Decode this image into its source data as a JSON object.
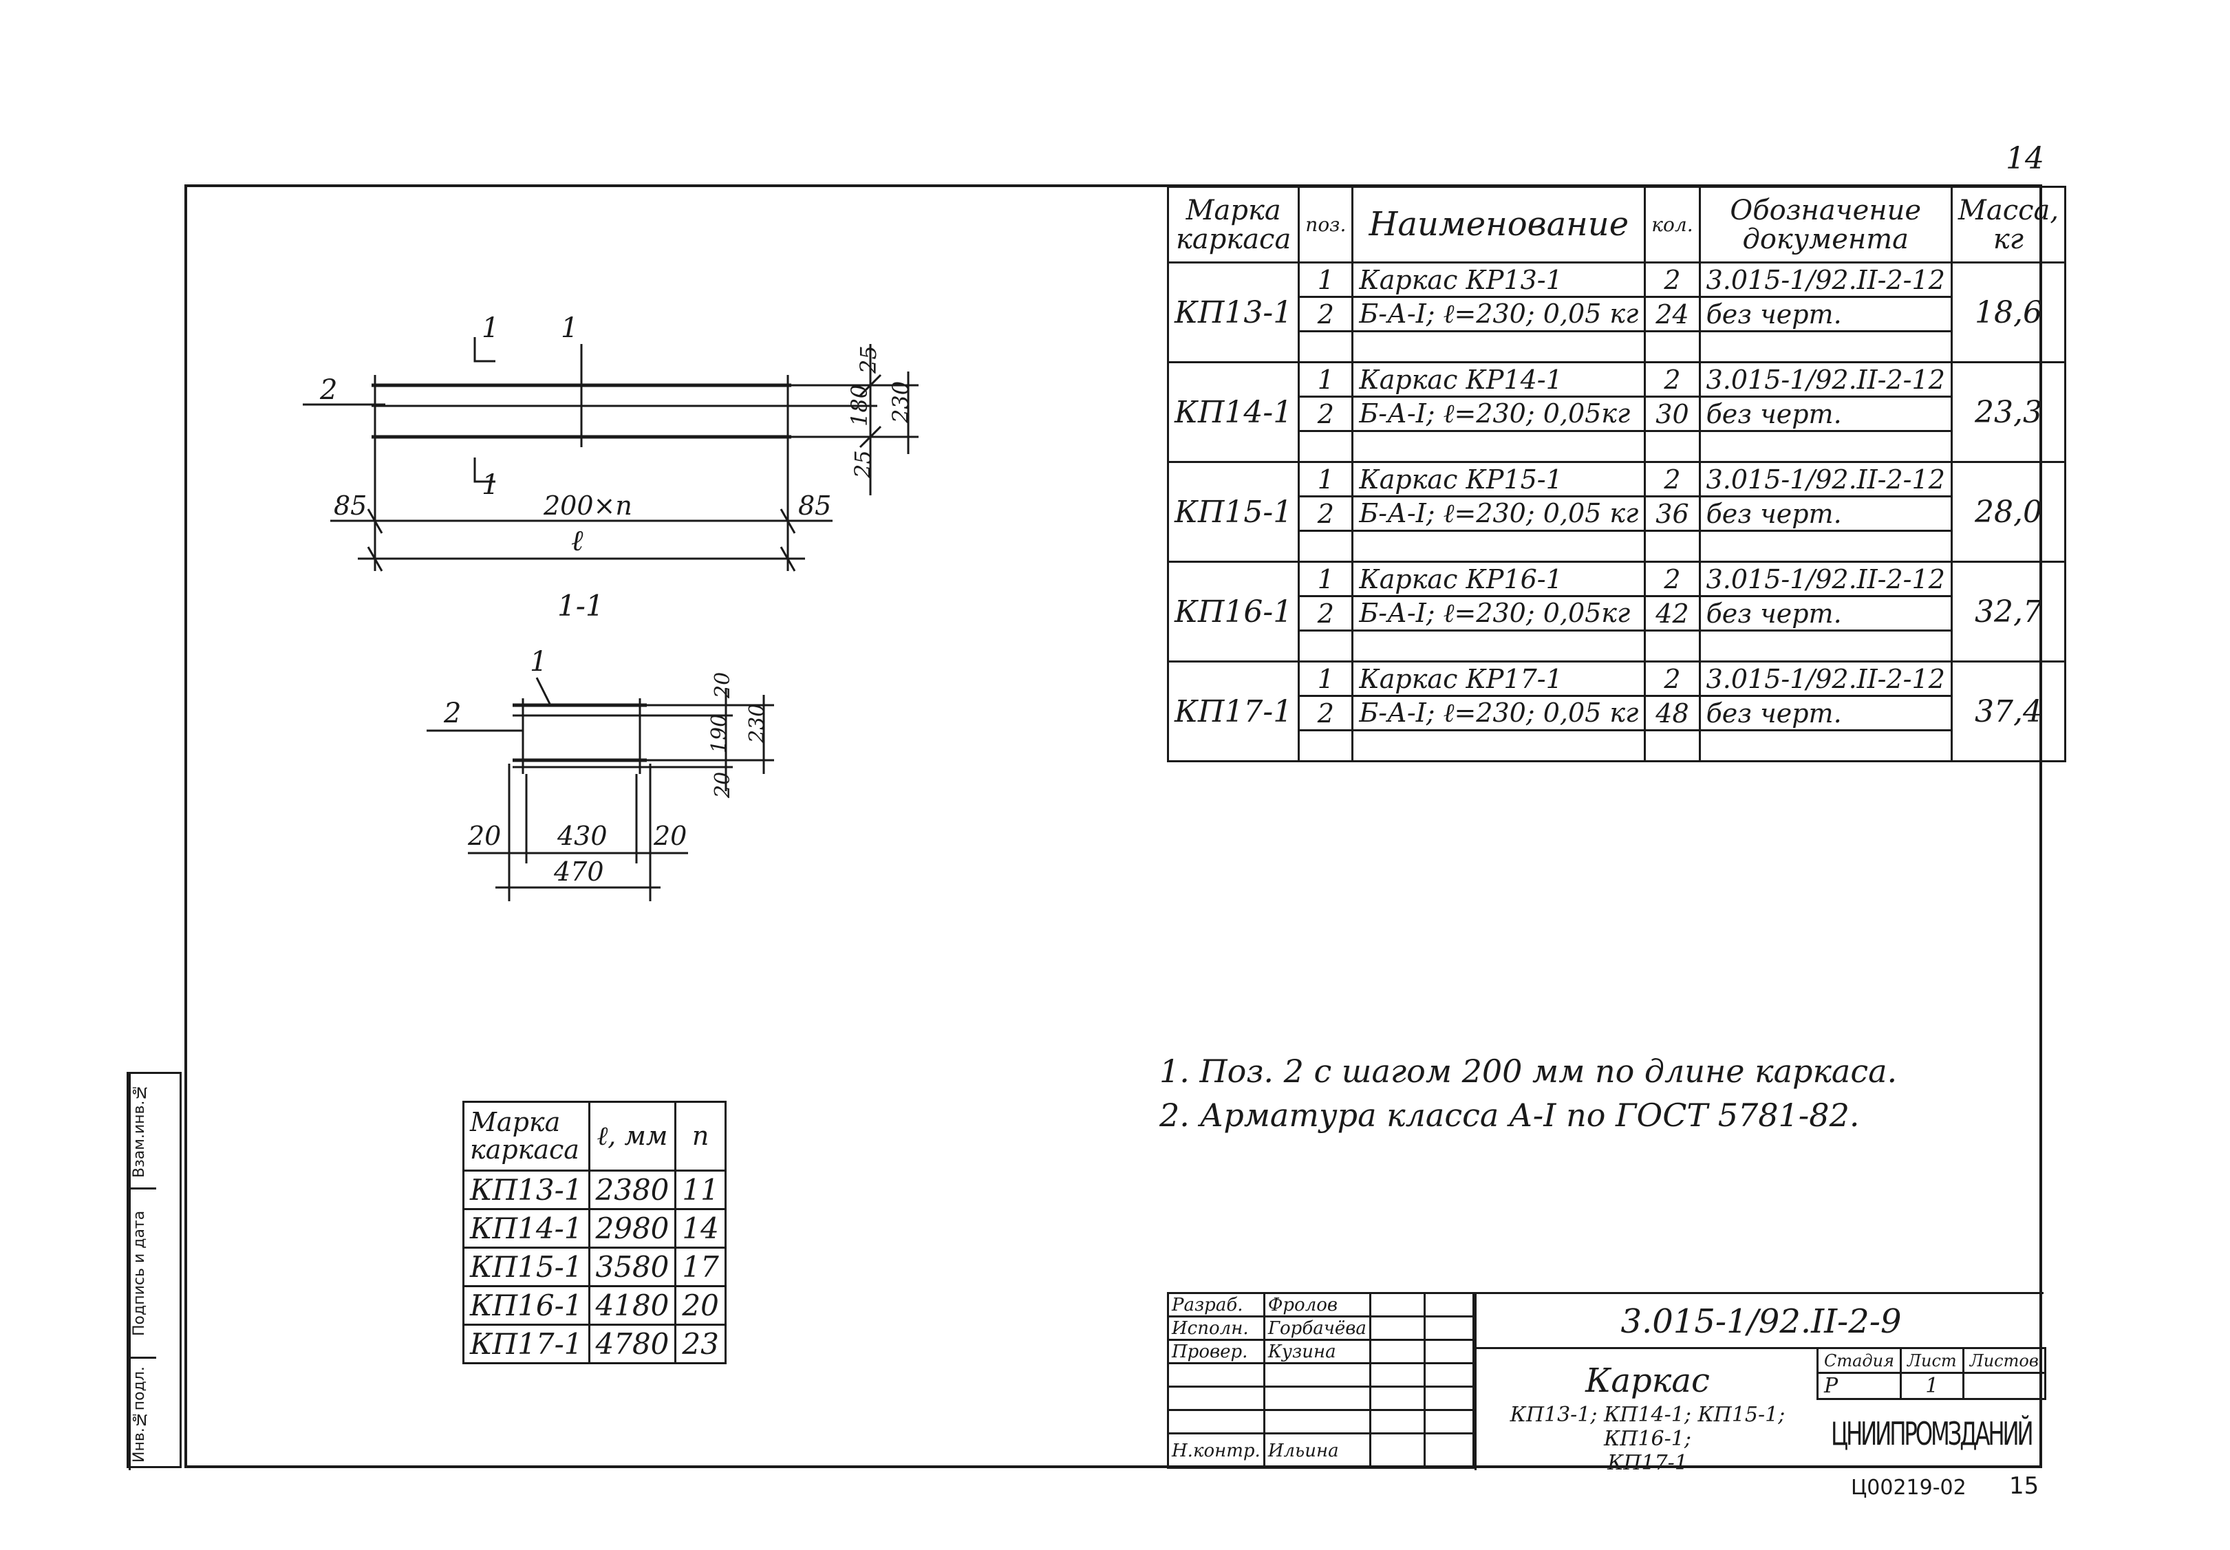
{
  "sheet_number": "14",
  "spec_table": {
    "headers": {
      "mark": "Марка каркаса",
      "pos": "поз.",
      "name": "Наименование",
      "qty": "кол.",
      "doc": "Обозначение документа",
      "mass": "Масса, кг"
    },
    "groups": [
      {
        "mark": "КП13-1",
        "mass": "18,6",
        "rows": [
          {
            "pos": "1",
            "name": "Каркас       КР13-1",
            "qty": "2",
            "doc": "3.015-1/92.II-2-12"
          },
          {
            "pos": "2",
            "name": "Б-А-I; ℓ=230; 0,05 кг",
            "qty": "24",
            "doc": "без черт."
          }
        ]
      },
      {
        "mark": "КП14-1",
        "mass": "23,3",
        "rows": [
          {
            "pos": "1",
            "name": "Каркас       КР14-1",
            "qty": "2",
            "doc": "3.015-1/92.II-2-12"
          },
          {
            "pos": "2",
            "name": "Б-А-I; ℓ=230; 0,05кг",
            "qty": "30",
            "doc": "без черт."
          }
        ]
      },
      {
        "mark": "КП15-1",
        "mass": "28,0",
        "rows": [
          {
            "pos": "1",
            "name": "Каркас     КР15-1",
            "qty": "2",
            "doc": "3.015-1/92.II-2-12"
          },
          {
            "pos": "2",
            "name": "Б-А-I; ℓ=230; 0,05 кг",
            "qty": "36",
            "doc": "без черт."
          }
        ]
      },
      {
        "mark": "КП16-1",
        "mass": "32,7",
        "rows": [
          {
            "pos": "1",
            "name": "Каркас   КР16-1",
            "qty": "2",
            "doc": "3.015-1/92.II-2-12"
          },
          {
            "pos": "2",
            "name": "Б-А-I; ℓ=230; 0,05кг",
            "qty": "42",
            "doc": "без черт."
          }
        ]
      },
      {
        "mark": "КП17-1",
        "mass": "37,4",
        "rows": [
          {
            "pos": "1",
            "name": "Каркас       КР17-1",
            "qty": "2",
            "doc": "3.015-1/92.II-2-12"
          },
          {
            "pos": "2",
            "name": "Б-А-I; ℓ=230; 0,05 кг",
            "qty": "48",
            "doc": "без черт."
          }
        ]
      }
    ]
  },
  "marks_table": {
    "headers": {
      "mark": "Марка каркаса",
      "length": "ℓ, мм",
      "n": "n"
    },
    "rows": [
      {
        "mark": "КП13-1",
        "length": "2380",
        "n": "11"
      },
      {
        "mark": "КП14-1",
        "length": "2980",
        "n": "14"
      },
      {
        "mark": "КП15-1",
        "length": "3580",
        "n": "17"
      },
      {
        "mark": "КП16-1",
        "length": "4180",
        "n": "20"
      },
      {
        "mark": "КП17-1",
        "length": "4780",
        "n": "23"
      }
    ]
  },
  "notes": [
    "1. Поз. 2 с шагом 200 мм по длине каркаса.",
    "2. Арматура класса А-I по ГОСТ 5781-82."
  ],
  "drawing_plan": {
    "pos_labels": [
      "1",
      "1",
      "2",
      "1"
    ],
    "dims": {
      "left": "85",
      "middle": "200×n",
      "right": "85",
      "overall": "ℓ",
      "top": "25",
      "mid": "180",
      "bottom": "25",
      "total": "230"
    }
  },
  "drawing_section": {
    "title": "1-1",
    "pos_labels": [
      "1",
      "2"
    ],
    "dims": {
      "left": "20",
      "middle": "430",
      "right": "20",
      "overall": "470",
      "top": "20",
      "mid": "190",
      "bottom": "20",
      "total": "230"
    }
  },
  "stamp": {
    "doc_code": "3.015-1/92.II-2-9",
    "title": "Каркас",
    "subtitle_line1": "КП13-1; КП14-1; КП15-1; КП16-1;",
    "subtitle_line2": "КП17-1",
    "stage_label": "Стадия",
    "sheet_label": "Лист",
    "sheets_label": "Листов",
    "stage_value": "Р",
    "sheet_value": "1",
    "sheets_value": "",
    "org": "ЦНИИПРОМЗДАНИЙ",
    "roles": [
      {
        "role": "Разраб.",
        "name": "Фролов"
      },
      {
        "role": "Исполн.",
        "name": "Горбачёва"
      },
      {
        "role": "Провер.",
        "name": "Кузина"
      },
      {
        "role": "",
        "name": ""
      },
      {
        "role": "",
        "name": ""
      },
      {
        "role": "",
        "name": ""
      },
      {
        "role": "Н.контр.",
        "name": "Ильина"
      }
    ],
    "footer_code": "Ц00219-02",
    "footer_page": "15"
  },
  "side_strip": {
    "labels": [
      "Инв.№подл.",
      "Подпись и дата",
      "Взам.инв.№"
    ]
  }
}
